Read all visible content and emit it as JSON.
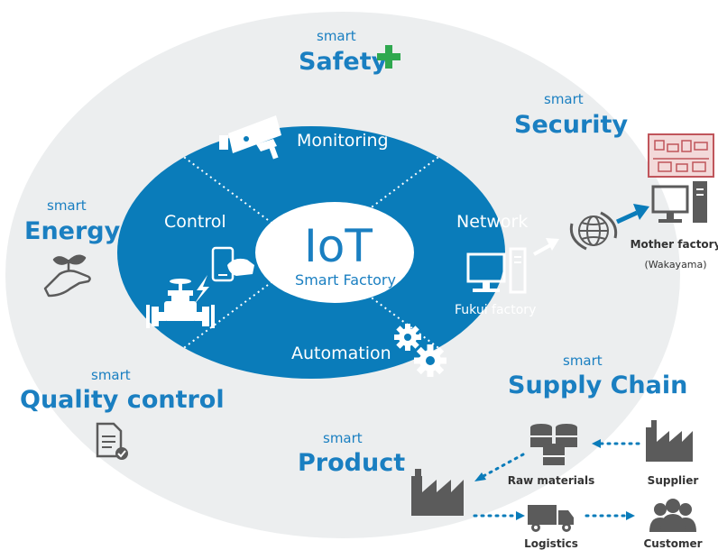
{
  "center": {
    "title": "IoT",
    "subtitle": "Smart Factory"
  },
  "segments": {
    "monitoring": "Monitoring",
    "control": "Control",
    "network": "Network",
    "automation": "Automation",
    "fukui": "Fukui factory"
  },
  "smart_word": "smart",
  "outer": {
    "safety": "Safety",
    "security": "Security",
    "energy": "Energy",
    "quality": "Quality control",
    "product": "Product",
    "supply": "Supply Chain"
  },
  "mother": {
    "name": "Mother factory",
    "location": "(Wakayama)"
  },
  "supply_chain": {
    "raw": "Raw materials",
    "supplier": "Supplier",
    "logistics": "Logistics",
    "customer": "Customer"
  },
  "colors": {
    "blue": "#0a7cba",
    "title_blue": "#1a7fc1",
    "ring": "#eceeef",
    "icon_gray": "#5b5b5b",
    "plus_green": "#2fa84f",
    "mother_pink": "#c0555b"
  },
  "icons": [
    "plus-icon",
    "security-camera-icon",
    "phone-hand-icon",
    "valve-icon",
    "computer-icon",
    "gears-icon",
    "globe-icon",
    "plant-hand-icon",
    "checklist-icon",
    "storage-tanks-icon",
    "factory-icon",
    "truck-icon",
    "people-icon"
  ]
}
